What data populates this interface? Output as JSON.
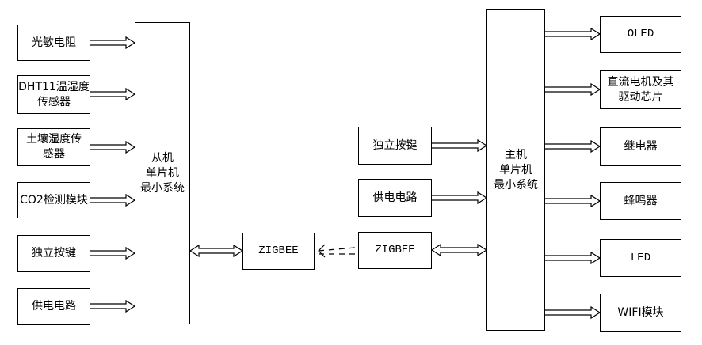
{
  "diagram": {
    "slave_inputs": [
      {
        "id": "light",
        "lines": [
          "光敏电阻"
        ]
      },
      {
        "id": "dht11",
        "lines": [
          "DHT11温湿度",
          "传感器"
        ]
      },
      {
        "id": "soil",
        "lines": [
          "土壤湿度传",
          "感器"
        ]
      },
      {
        "id": "co2",
        "lines": [
          "CO2检测模块"
        ]
      },
      {
        "id": "key-slave",
        "lines": [
          "独立按键"
        ]
      },
      {
        "id": "power-slave",
        "lines": [
          "供电电路"
        ]
      }
    ],
    "slave_mcu": {
      "lines": [
        "从机",
        "单片机",
        "最小系统"
      ]
    },
    "zigbee_slave": {
      "label": "ZIGBEE"
    },
    "zigbee_master": {
      "label": "ZIGBEE"
    },
    "master_inputs": [
      {
        "id": "key-master",
        "lines": [
          "独立按键"
        ]
      },
      {
        "id": "power-master",
        "lines": [
          "供电电路"
        ]
      }
    ],
    "master_mcu": {
      "lines": [
        "主机",
        "单片机",
        "最小系统"
      ]
    },
    "master_outputs": [
      {
        "id": "oled",
        "lines": [
          "OLED"
        ]
      },
      {
        "id": "dc-motor",
        "lines": [
          "直流电机及其",
          "驱动芯片"
        ]
      },
      {
        "id": "relay",
        "lines": [
          "继电器"
        ]
      },
      {
        "id": "buzzer",
        "lines": [
          "蜂鸣器"
        ]
      },
      {
        "id": "led",
        "lines": [
          "LED"
        ]
      },
      {
        "id": "wifi",
        "lines": [
          "WIFI模块"
        ]
      }
    ]
  }
}
